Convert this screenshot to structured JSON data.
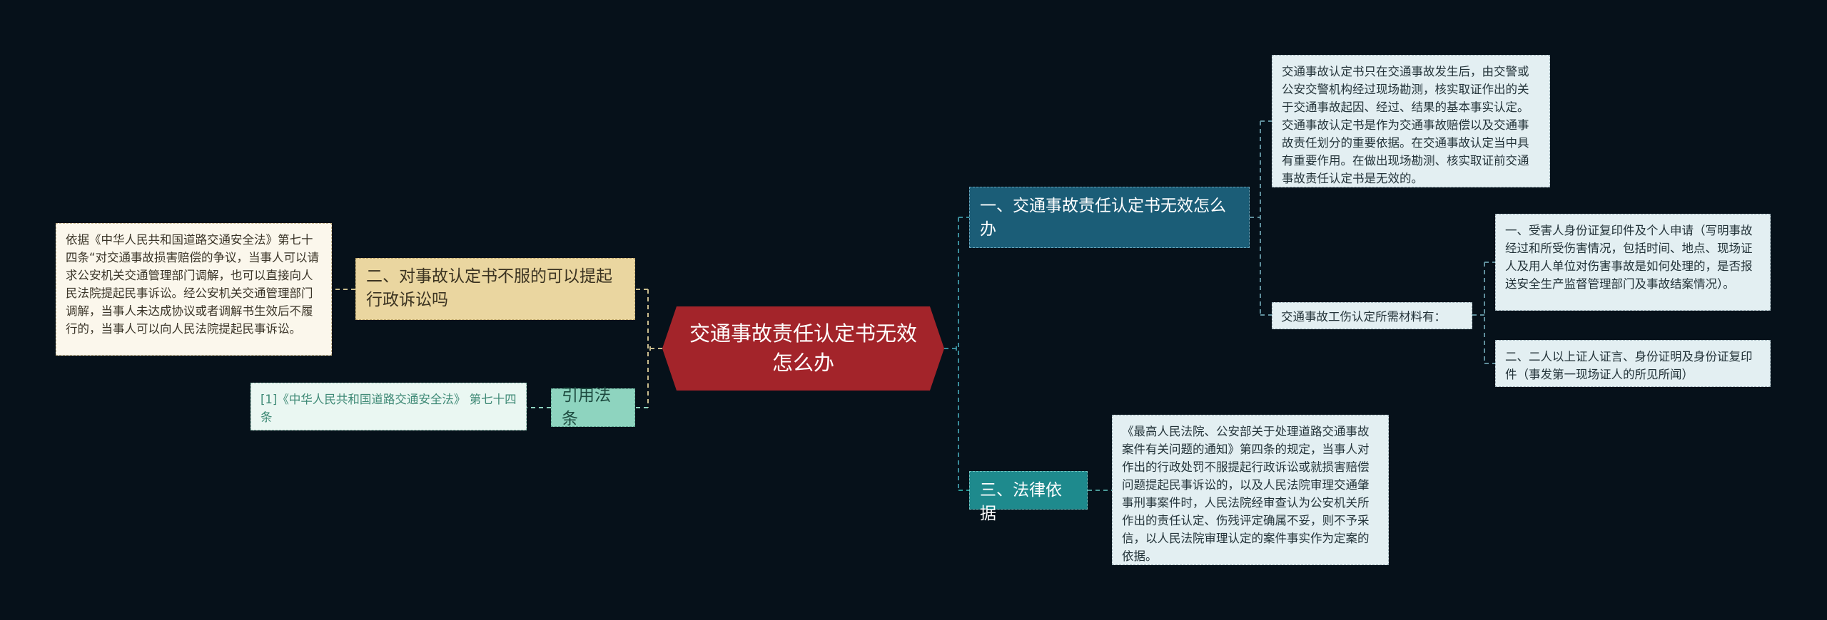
{
  "root": {
    "title": "交通事故责任认定书无效怎么办"
  },
  "branches": {
    "b1": {
      "title": "一、交通事故责任认定书无效怎么办",
      "leaf": "交通事故认定书只在交通事故发生后，由交警或公安交警机构经过现场勘测，核实取证作出的关于交通事故起因、经过、结果的基本事实认定。交通事故认定书是作为交通事故赔偿以及交通事故责任划分的重要依据。在交通事故认定当中具有重要作用。在做出现场勘测、核实取证前交通事故责任认定书是无效的。",
      "sub_label": "交通事故工伤认定所需材料有：",
      "sub_items": [
        "一、受害人身份证复印件及个人申请（写明事故经过和所受伤害情况，包括时间、地点、现场证人及用人单位对伤害事故是如何处理的，是否报送安全生产监督管理部门及事故结案情况）。",
        "二、二人以上证人证言、身份证明及身份证复印件（事发第一现场证人的所见所闻）"
      ]
    },
    "b2": {
      "title": "二、对事故认定书不服的可以提起行政诉讼吗",
      "leaf": "依据《中华人民共和国道路交通安全法》第七十四条“对交通事故损害赔偿的争议，当事人可以请求公安机关交通管理部门调解，也可以直接向人民法院提起民事诉讼。经公安机关交通管理部门调解，当事人未达成协议或者调解书生效后不履行的，当事人可以向人民法院提起民事诉讼。"
    },
    "b3": {
      "title": "三、法律依据",
      "leaf": "《最高人民法院、公安部关于处理道路交通事故案件有关问题的通知》第四条的规定，当事人对作出的行政处罚不服提起行政诉讼或就损害赔偿问题提起民事诉讼的，以及人民法院审理交通肇事刑事案件时，人民法院经审查认为公安机关所作出的责任认定、伤残评定确属不妥，则不予采信，以人民法院审理认定的案件事实作为定案的依据。"
    },
    "b4": {
      "title": "引用法条",
      "leaf": "[1]《中华人民共和国道路交通安全法》 第七十四条"
    }
  },
  "colors": {
    "background": "#06111a",
    "root": "#a3242a",
    "branch_dark": "#1b5d77",
    "branch_teal": "#1e8a8d",
    "branch_yellow": "#ead6a0",
    "branch_mint": "#8ed4bf",
    "leaf": "#e3eff2"
  }
}
